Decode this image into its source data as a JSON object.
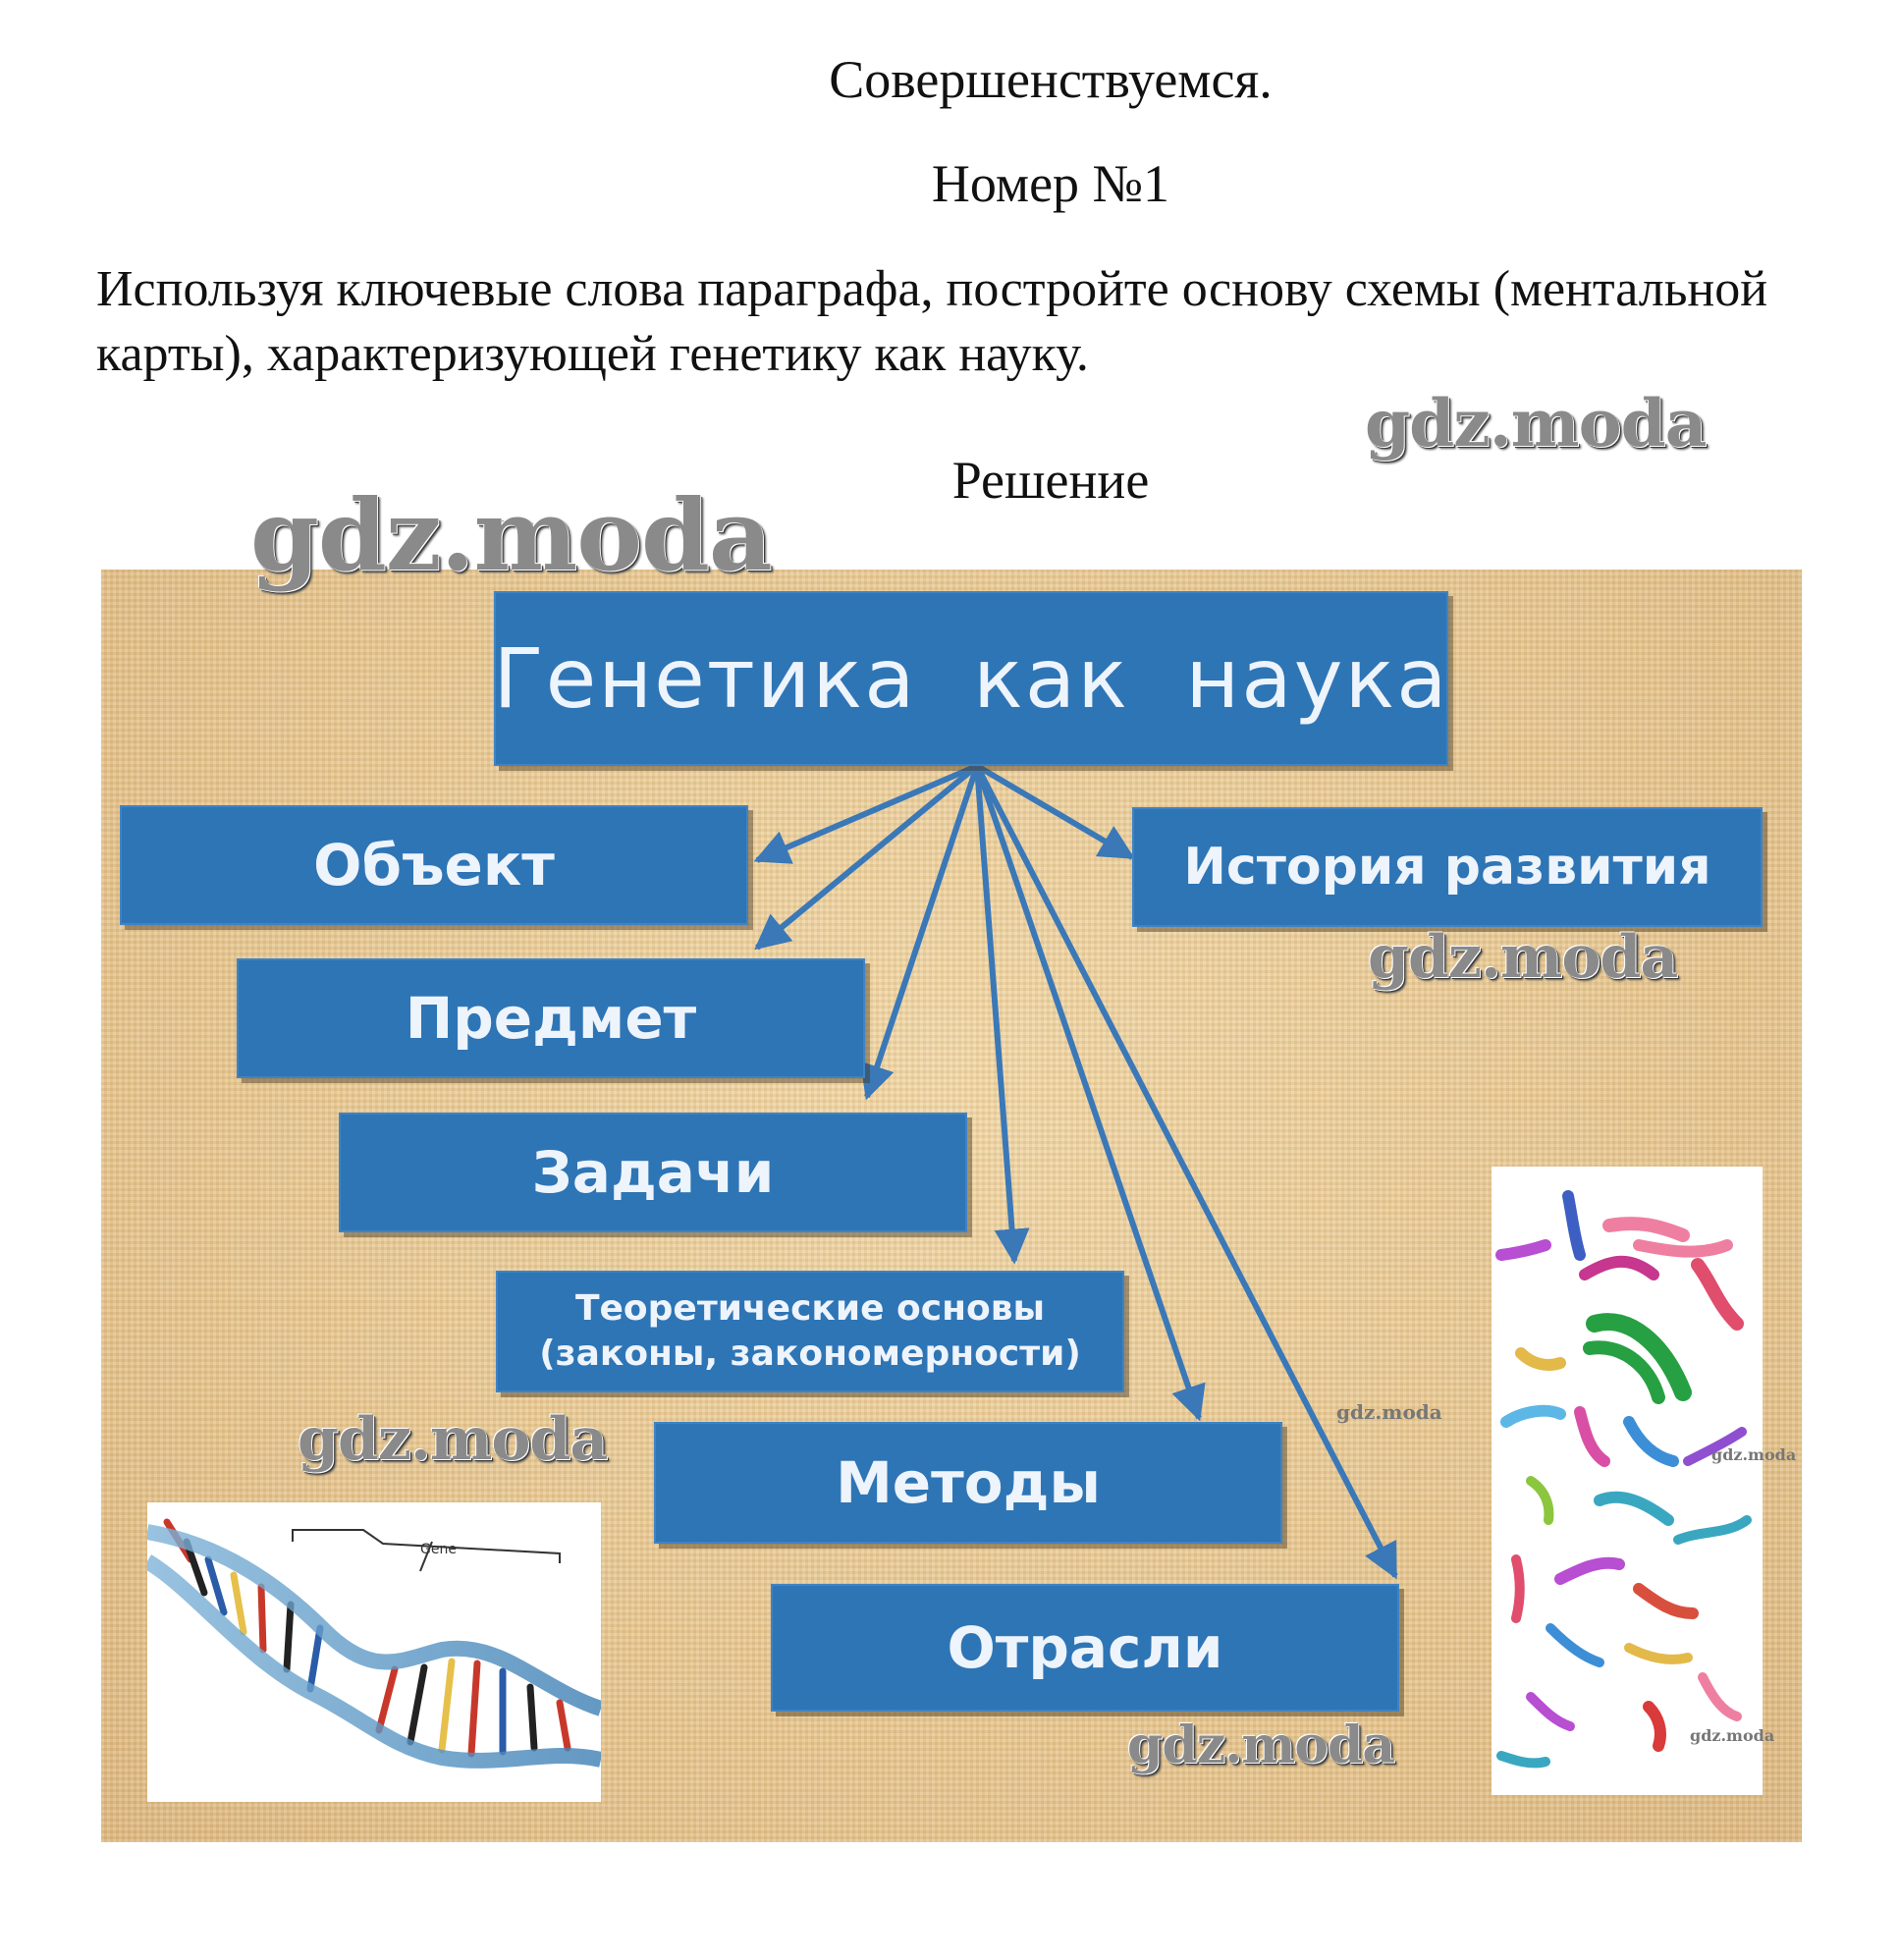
{
  "header": {
    "title": "Совершенствуемся.",
    "number": "Номер №1"
  },
  "task": {
    "text": "Используя ключевые слова параграфа, постройте основу схемы (ментальной карты), характеризующей генетику как науку."
  },
  "solution_label": "Решение",
  "watermark": "gdz.moda",
  "diagram": {
    "root": "Генетика  как  наука",
    "nodes": {
      "object": "Объект",
      "history": "История развития",
      "subject": "Предмет",
      "tasks": "Задачи",
      "theory_line1": "Теоретические основы",
      "theory_line2": "(законы, закономерности)",
      "methods": "Методы",
      "branches": "Отрасли"
    },
    "dna_caption": "Gene",
    "colors": {
      "box": "#2e75b6",
      "arrow": "#3a78b8",
      "background": "#e7c893"
    }
  }
}
